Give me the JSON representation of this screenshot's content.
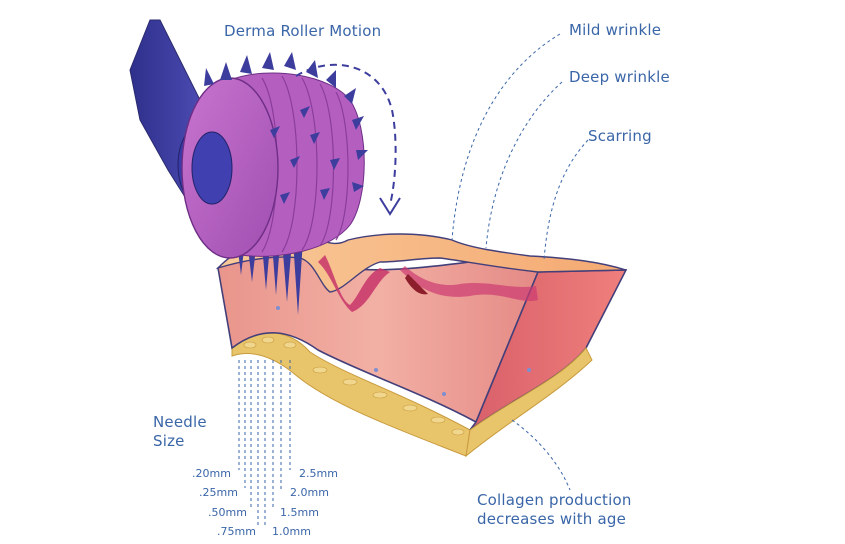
{
  "labels": {
    "roller_motion": "Derma Roller Motion",
    "mild_wrinkle": "Mild wrinkle",
    "deep_wrinkle": "Deep wrinkle",
    "scarring": "Scarring",
    "needle_size_line1": "Needle",
    "needle_size_line2": "Size",
    "collagen_line1": "Collagen production",
    "collagen_line2": "decreases with age"
  },
  "needle_sizes": {
    "left": [
      ".20mm",
      ".25mm",
      ".50mm",
      ".75mm"
    ],
    "right": [
      "2.5mm",
      "2.0mm",
      "1.5mm",
      "1.0mm"
    ]
  },
  "colors": {
    "label_text": "#3a66a8",
    "roller_purple": "#b45fc0",
    "handle_navy": "#3d3d9e",
    "skin_pink": "#e8827c",
    "epidermis_peach": "#f6b886",
    "fat_yellow": "#e8c46a",
    "outline": "#433f7a"
  }
}
